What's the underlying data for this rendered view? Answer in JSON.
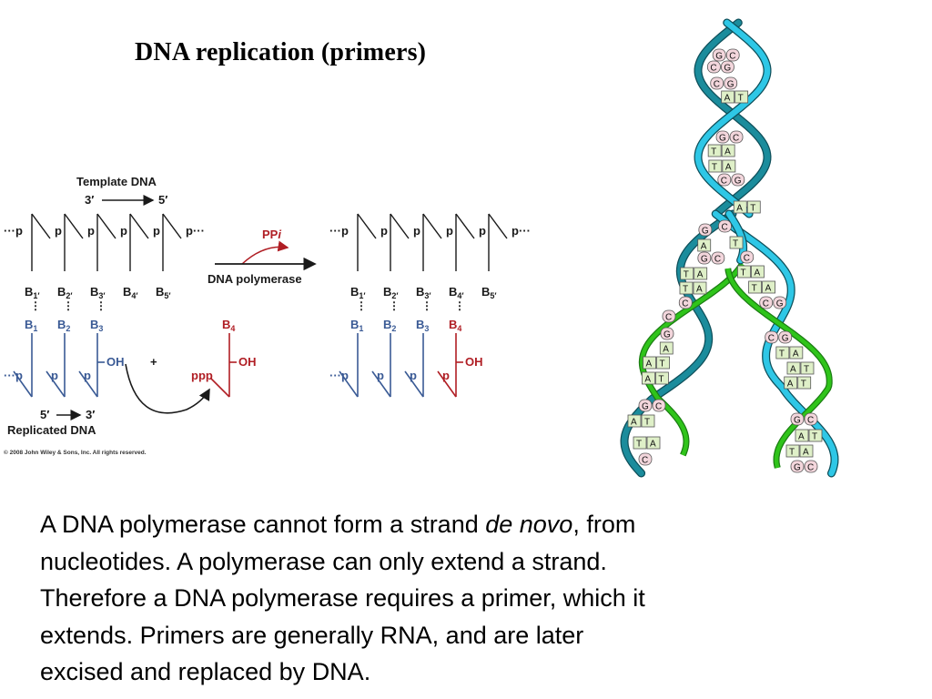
{
  "title": "DNA replication (primers)",
  "reaction_figure": {
    "template_label": "Template DNA",
    "template_dir_start": "3′",
    "template_dir_end": "5′",
    "phosphate": "p",
    "strand_continuation": "p···",
    "leading_dots": "···",
    "template_bases": [
      "B",
      "B",
      "B",
      "B",
      "B"
    ],
    "template_base_subscripts": [
      "1′",
      "2′",
      "3′",
      "4′",
      "5′"
    ],
    "replicated_bases": [
      "B",
      "B",
      "B"
    ],
    "replicated_base_subscripts": [
      "1",
      "2",
      "3"
    ],
    "incoming_base": "B",
    "incoming_base_subscript": "4",
    "hydroxyl": "OH",
    "plus": "+",
    "triphosphate": "ppp",
    "byproduct": "PP",
    "byproduct_italic": "i",
    "enzyme": "DNA polymerase",
    "replicated_label": "Replicated DNA",
    "replicated_dir_start": "5′",
    "replicated_dir_end": "3′",
    "copyright": "© 2008 John Wiley & Sons, Inc. All rights reserved.",
    "colors": {
      "template": "#1a1a1a",
      "replicated": "#3a5a95",
      "incoming": "#b01e24"
    }
  },
  "helix_figure": {
    "bases_top": [
      [
        "G",
        "C"
      ],
      [
        "C",
        "G"
      ],
      [
        "C",
        "G"
      ],
      [
        "A",
        "T"
      ],
      [
        "G",
        "C"
      ],
      [
        "T",
        "A"
      ],
      [
        "T",
        "A"
      ],
      [
        "C",
        "G"
      ],
      [
        "A",
        "T"
      ]
    ],
    "bases_left": [
      [
        "G"
      ],
      [
        "A"
      ],
      [
        "G",
        "C"
      ],
      [
        "T",
        "A"
      ],
      [
        "T",
        "A"
      ],
      [
        "C"
      ],
      [
        "C"
      ],
      [
        "G"
      ],
      [
        "A"
      ],
      [
        "A",
        "T"
      ],
      [
        "A",
        "T"
      ],
      [
        "G",
        "C"
      ],
      [
        "A",
        "T"
      ],
      [
        "T",
        "A"
      ],
      [
        "C"
      ]
    ],
    "bases_right": [
      [
        "C"
      ],
      [
        "T"
      ],
      [
        "C"
      ],
      [
        "T",
        "A"
      ],
      [
        "T",
        "A"
      ],
      [
        "C",
        "G"
      ],
      [
        "C",
        "G"
      ],
      [
        "T",
        "A"
      ],
      [
        "A",
        "T"
      ],
      [
        "A",
        "T"
      ],
      [
        "G",
        "C"
      ],
      [
        "A",
        "T"
      ],
      [
        "T",
        "A"
      ],
      [
        "G",
        "C"
      ]
    ],
    "colors": {
      "strand_a": "#2ec7e6",
      "strand_b": "#1b8c9c",
      "new_strand": "#2fc41a",
      "new_strand_dark": "#1b7d12"
    }
  },
  "body": {
    "line1_a": "A DNA polymerase cannot form a strand ",
    "line1_italic": "de novo",
    "line1_b": ", from",
    "line2": "nucleotides.  A polymerase can only extend a strand.",
    "line3": "Therefore a DNA polymerase requires a primer, which it",
    "line4": "extends. Primers are generally RNA, and are later",
    "line5": "excised and replaced by DNA."
  }
}
